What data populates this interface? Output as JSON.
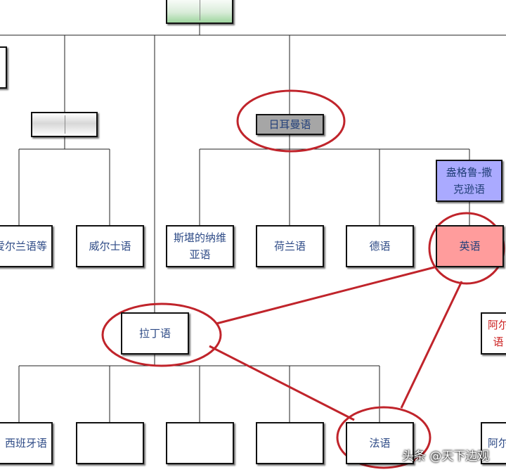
{
  "nodes": {
    "germanic": "日耳曼语",
    "anglo_saxon": "盎格鲁-撒\n克逊语",
    "irish": "爱尔兰语等",
    "welsh": "威尔士语",
    "scandinavian": "斯堪的纳维\n亚语",
    "dutch": "荷兰语",
    "german": "德语",
    "english": "英语",
    "latin": "拉丁语",
    "spanish": "西班牙语",
    "french": "法语",
    "albanian_partial_1": "阿尔\n语",
    "albanian_partial_2": "阿尔"
  },
  "watermark": "头条 @天下边观",
  "colors": {
    "annotation_red": "#c0242b",
    "connector": "#222222",
    "germanic_fill": "#a6a6a6",
    "anglo_saxon_fill": "#aaaaff",
    "english_fill": "#ff9c9c"
  }
}
